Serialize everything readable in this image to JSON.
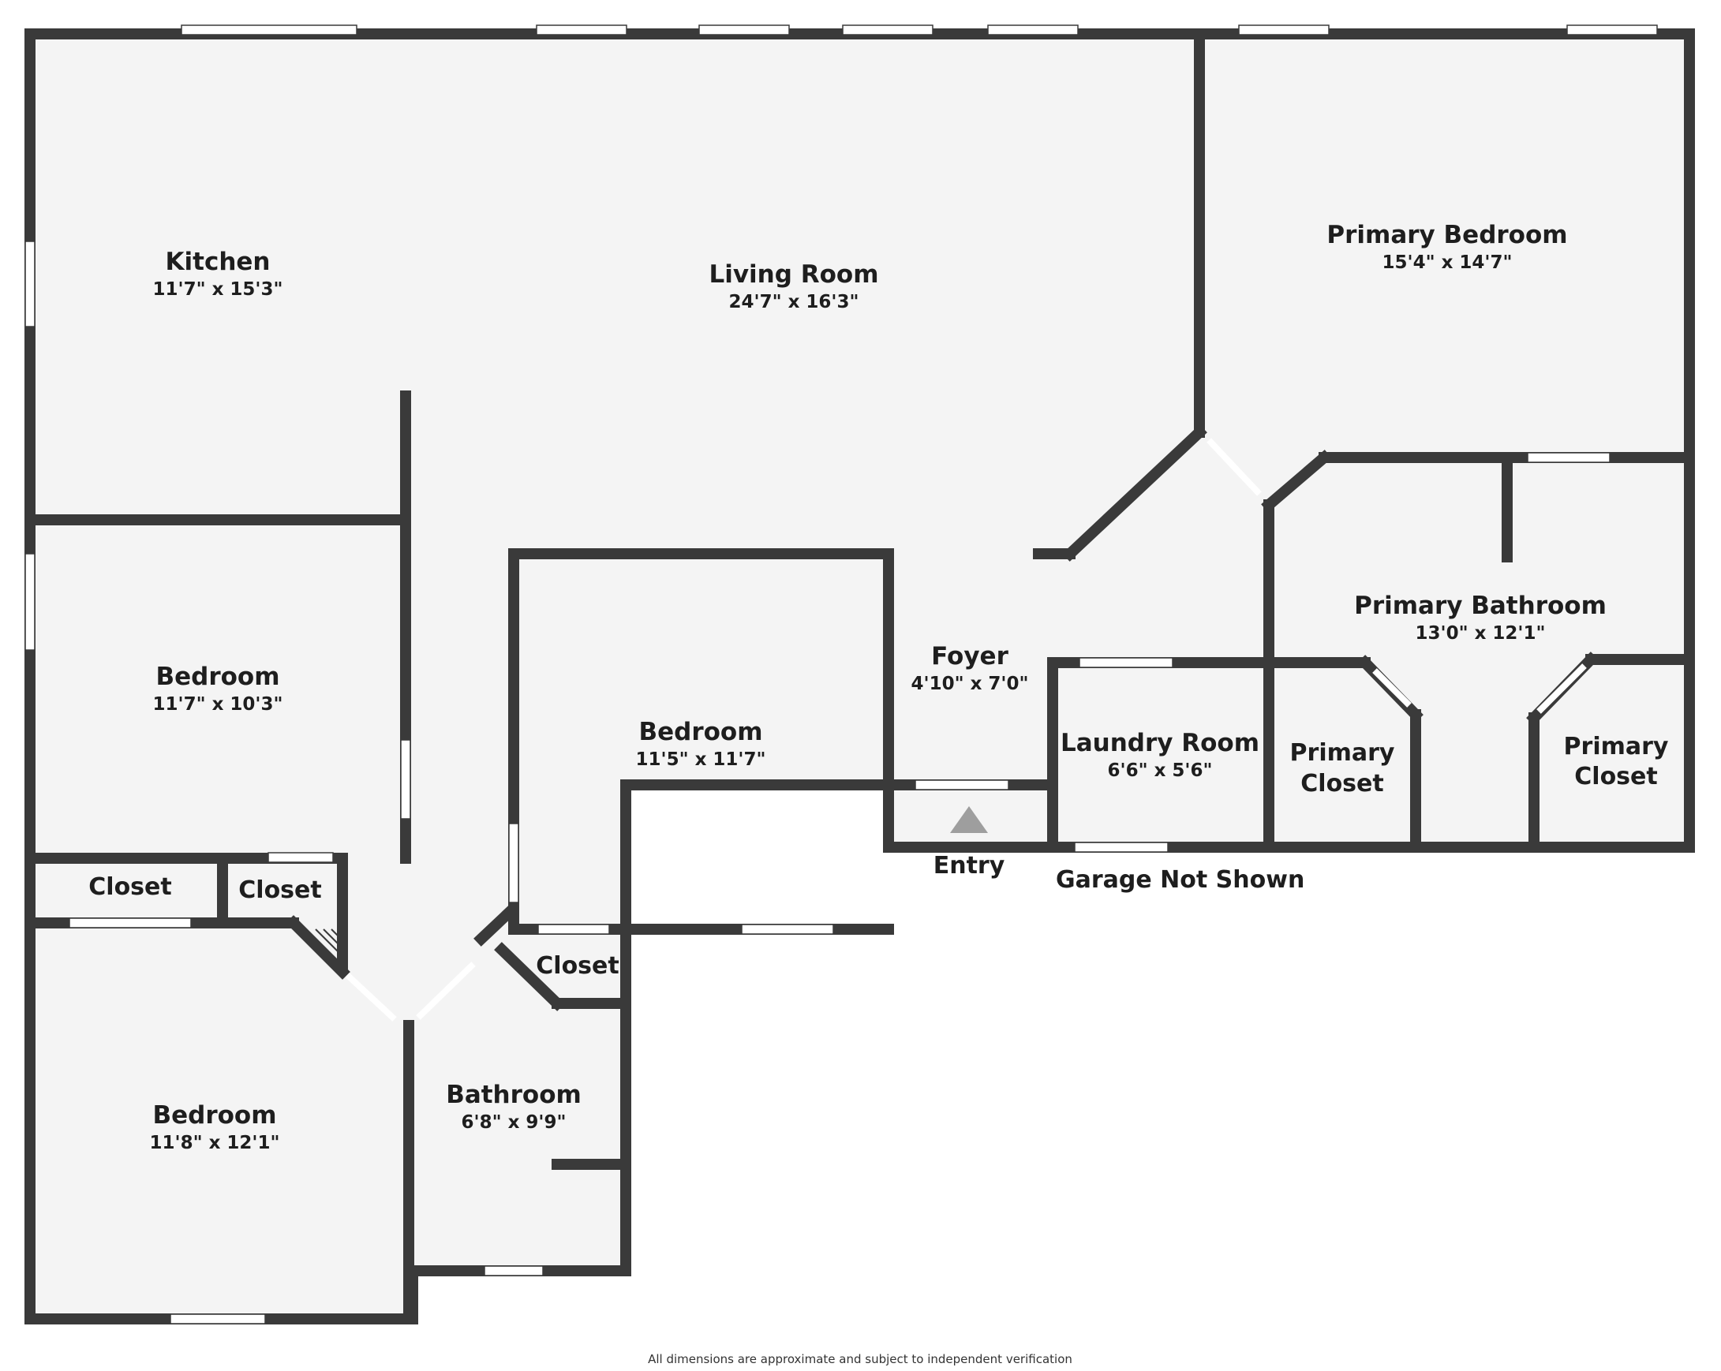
{
  "colors": {
    "wall": "#3a3a3a",
    "floor": "#f4f4f4",
    "window": "#ffffff",
    "entry_marker": "#9e9e9e"
  },
  "rooms": {
    "kitchen": {
      "name": "Kitchen",
      "dims": "11'7\" x 15'3\""
    },
    "living_room": {
      "name": "Living Room",
      "dims": "24'7\" x 16'3\""
    },
    "primary_bedroom": {
      "name": "Primary Bedroom",
      "dims": "15'4\" x 14'7\""
    },
    "primary_bathroom": {
      "name": "Primary Bathroom",
      "dims": "13'0\" x 12'1\""
    },
    "foyer": {
      "name": "Foyer",
      "dims": "4'10\" x 7'0\""
    },
    "laundry_room": {
      "name": "Laundry Room",
      "dims": "6'6\" x 5'6\""
    },
    "bedroom_west": {
      "name": "Bedroom",
      "dims": "11'7\" x 10'3\""
    },
    "bedroom_center": {
      "name": "Bedroom",
      "dims": "11'5\" x 11'7\""
    },
    "bedroom_southwest": {
      "name": "Bedroom",
      "dims": "11'8\" x 12'1\""
    },
    "bathroom": {
      "name": "Bathroom",
      "dims": "6'8\" x 9'9\""
    }
  },
  "closets": {
    "closet_west_a": "Closet",
    "closet_west_b": "Closet",
    "closet_center": "Closet",
    "primary_closet_a": {
      "line1": "Primary",
      "line2": "Closet"
    },
    "primary_closet_b": {
      "line1": "Primary",
      "line2": "Closet"
    }
  },
  "labels": {
    "entry": "Entry",
    "garage_note": "Garage Not Shown"
  },
  "footer": {
    "disclaimer": "All dimensions are approximate and subject to independent verification"
  }
}
